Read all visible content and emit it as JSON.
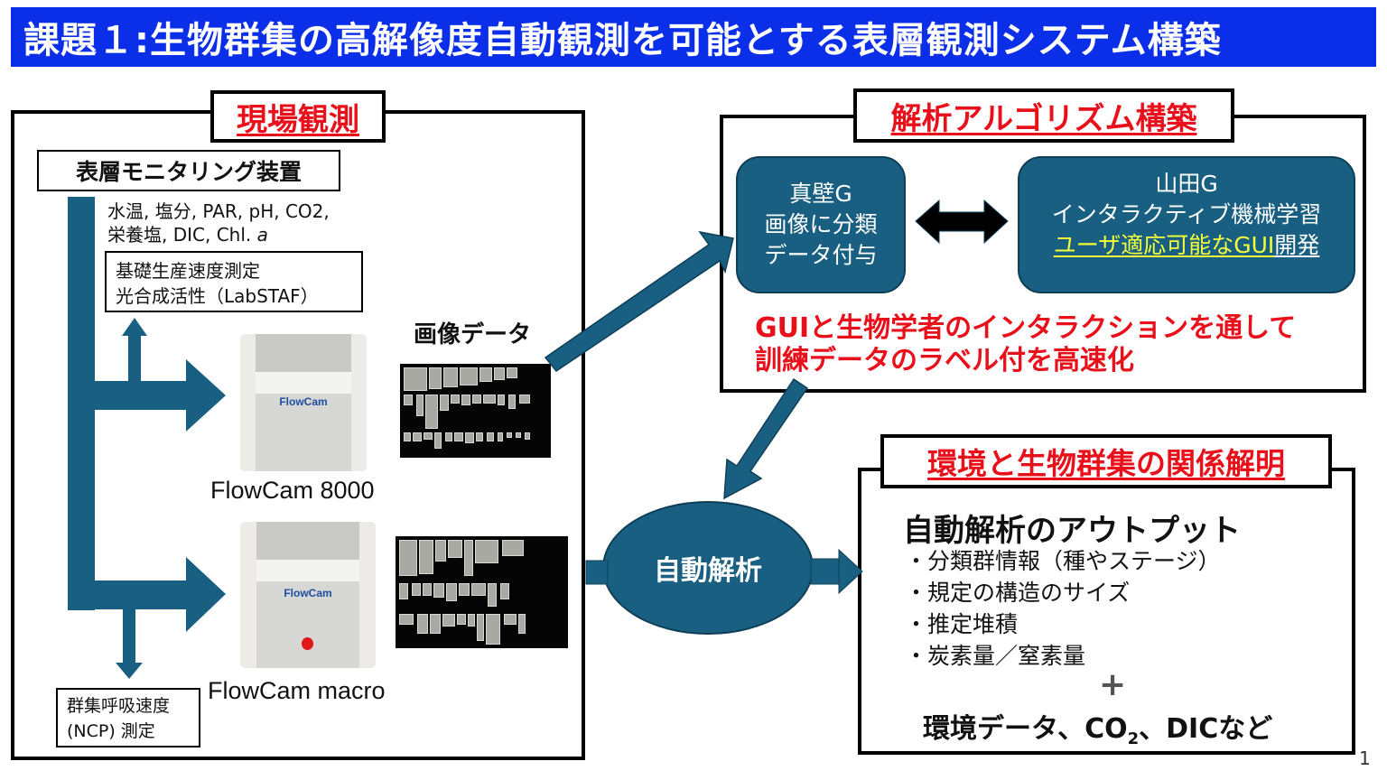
{
  "title": "課題１:生物群集の高解像度自動観測を可能とする表層観測システム構築",
  "colors": {
    "title_bg": "#0b2fe8",
    "accent_red": "#e8101a",
    "teal": "#185f82",
    "highlight_yellow": "#f5ff3a"
  },
  "field": {
    "label": "現場観測",
    "monitor_label": "表層モニタリング装置",
    "params_line1": "水温, 塩分, PAR, pH, CO2,",
    "params_line2_prefix": "栄養塩, DIC, Chl. ",
    "params_line2_italic": "a",
    "primary_prod_line1": "基礎生産速度測定",
    "primary_prod_line2": "光合成活性（LabSTAF）",
    "image_data_label": "画像データ",
    "device1_brand": "FlowCam",
    "device1_name": "FlowCam 8000",
    "device2_brand": "FlowCam",
    "device2_name": "FlowCam macro",
    "respiration_line1": "群集呼吸速度",
    "respiration_line2": "(NCP) 測定"
  },
  "algorithm": {
    "label": "解析アルゴリズム構築",
    "left_box": [
      "真壁G",
      "画像に分類",
      "データ付与"
    ],
    "right_box_line1": "山田G",
    "right_box_line2": "インタラクティブ機械学習",
    "right_box_line3_highlight": "ユーザ適応可能なGUI",
    "right_box_line3_rest": "開発",
    "note_line1": "GUIと生物学者のインタラクションを通して",
    "note_line2": "訓練データのラベル付を高速化"
  },
  "analysis": {
    "ellipse_label": "自動解析"
  },
  "relation": {
    "label": "環境と生物群集の関係解明",
    "heading": "自動解析のアウトプット",
    "items": [
      "・分類群情報（種やステージ）",
      "・規定の構造のサイズ",
      "・推定堆積",
      "・炭素量／窒素量"
    ],
    "plus": "+",
    "env_prefix": "環境データ、CO",
    "env_sub": "2",
    "env_suffix": "、DICなど"
  },
  "page_number": "1"
}
